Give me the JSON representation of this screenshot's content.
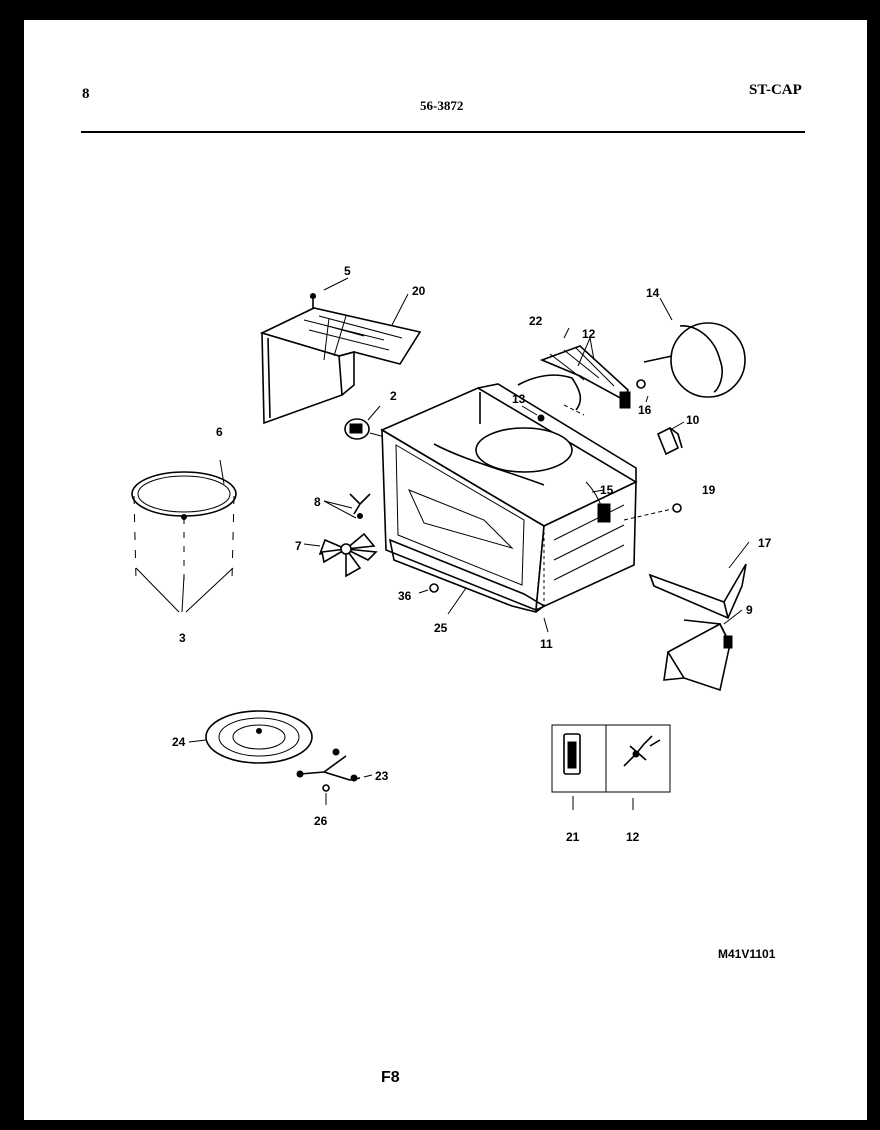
{
  "header": {
    "page_number": "8",
    "model_number": "56-3872",
    "category": "ST-CAP"
  },
  "diagram": {
    "callouts": {
      "c5": "5",
      "c20": "20",
      "c2": "2",
      "c6": "6",
      "c8": "8",
      "c7": "7",
      "c3": "3",
      "c22": "22",
      "c12a": "12",
      "c14": "14",
      "c13": "13",
      "c16": "16",
      "c10": "10",
      "c15": "15",
      "c19": "19",
      "c17": "17",
      "c9": "9",
      "c36": "36",
      "c25": "25",
      "c11": "11",
      "c24": "24",
      "c23": "23",
      "c26": "26",
      "c21": "21",
      "c12b": "12"
    },
    "drawing_code": "M41V1101"
  },
  "footer": {
    "label": "F8"
  }
}
